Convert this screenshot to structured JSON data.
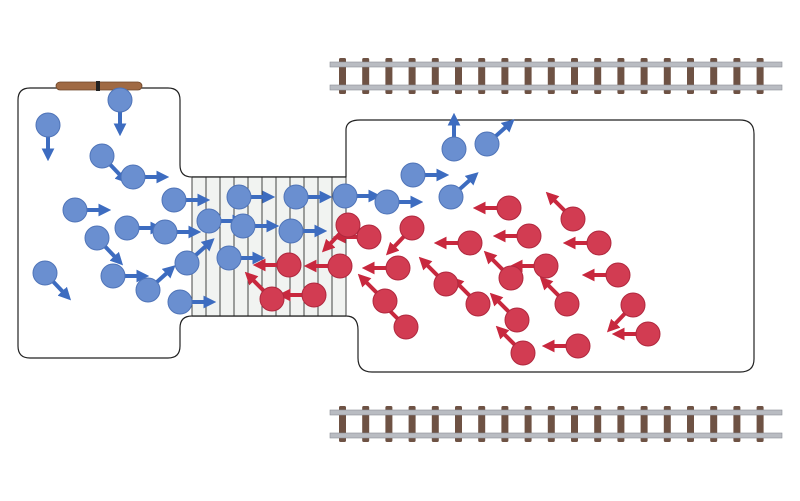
{
  "colors": {
    "background": "#ffffff",
    "outline": "#222222",
    "blue_person": "#6a8fd0",
    "blue_arrow": "#3d6cc0",
    "red_person": "#d23c52",
    "red_arrow": "#c8283e",
    "crossing_fill": "#f1f3f1",
    "crossing_line": "#444444",
    "rail": "#b9bcc2",
    "sleeper": "#6e5244",
    "bench": "#a06a44",
    "bench_knob": "#222222"
  },
  "scene": {
    "left_area_name": "waiting-area",
    "right_area_name": "platform-area",
    "track_count": 2,
    "bench_count": 1
  },
  "people": [
    {
      "group": "blue",
      "dir": "down"
    },
    {
      "group": "blue",
      "dir": "down"
    },
    {
      "group": "blue",
      "dir": "down-right"
    },
    {
      "group": "blue",
      "dir": "right"
    },
    {
      "group": "blue",
      "dir": "right"
    },
    {
      "group": "blue",
      "dir": "right"
    },
    {
      "group": "blue",
      "dir": "down-right"
    },
    {
      "group": "blue",
      "dir": "right"
    },
    {
      "group": "blue",
      "dir": "down-right"
    },
    {
      "group": "blue",
      "dir": "right"
    },
    {
      "group": "blue",
      "dir": "up-right"
    },
    {
      "group": "blue",
      "dir": "right"
    },
    {
      "group": "blue",
      "dir": "right"
    },
    {
      "group": "blue",
      "dir": "up-right"
    },
    {
      "group": "blue",
      "dir": "right"
    },
    {
      "group": "blue",
      "dir": "right"
    },
    {
      "group": "blue",
      "dir": "right"
    },
    {
      "group": "blue",
      "dir": "right"
    },
    {
      "group": "blue",
      "dir": "right"
    },
    {
      "group": "blue",
      "dir": "right"
    },
    {
      "group": "blue",
      "dir": "right"
    },
    {
      "group": "blue",
      "dir": "right"
    },
    {
      "group": "blue",
      "dir": "right"
    },
    {
      "group": "blue",
      "dir": "up-right"
    },
    {
      "group": "blue",
      "dir": "up"
    },
    {
      "group": "blue",
      "dir": "up-right"
    },
    {
      "group": "red",
      "dir": "left"
    },
    {
      "group": "red",
      "dir": "up-left"
    },
    {
      "group": "red",
      "dir": "left"
    },
    {
      "group": "red",
      "dir": "left"
    },
    {
      "group": "red",
      "dir": "left"
    },
    {
      "group": "red",
      "dir": "down-left"
    },
    {
      "group": "red",
      "dir": "left"
    },
    {
      "group": "red",
      "dir": "down-left"
    },
    {
      "group": "red",
      "dir": "left"
    },
    {
      "group": "red",
      "dir": "left"
    },
    {
      "group": "red",
      "dir": "left"
    },
    {
      "group": "red",
      "dir": "up-left"
    },
    {
      "group": "red",
      "dir": "left"
    },
    {
      "group": "red",
      "dir": "up-left"
    },
    {
      "group": "red",
      "dir": "left"
    },
    {
      "group": "red",
      "dir": "left"
    },
    {
      "group": "red",
      "dir": "down-left"
    },
    {
      "group": "red",
      "dir": "left"
    },
    {
      "group": "red",
      "dir": "up-left"
    },
    {
      "group": "red",
      "dir": "up-left"
    },
    {
      "group": "red",
      "dir": "up-left"
    },
    {
      "group": "red",
      "dir": "up-left"
    },
    {
      "group": "red",
      "dir": "up-left"
    },
    {
      "group": "red",
      "dir": "up-left"
    },
    {
      "group": "red",
      "dir": "left"
    },
    {
      "group": "red",
      "dir": "up-left"
    }
  ]
}
